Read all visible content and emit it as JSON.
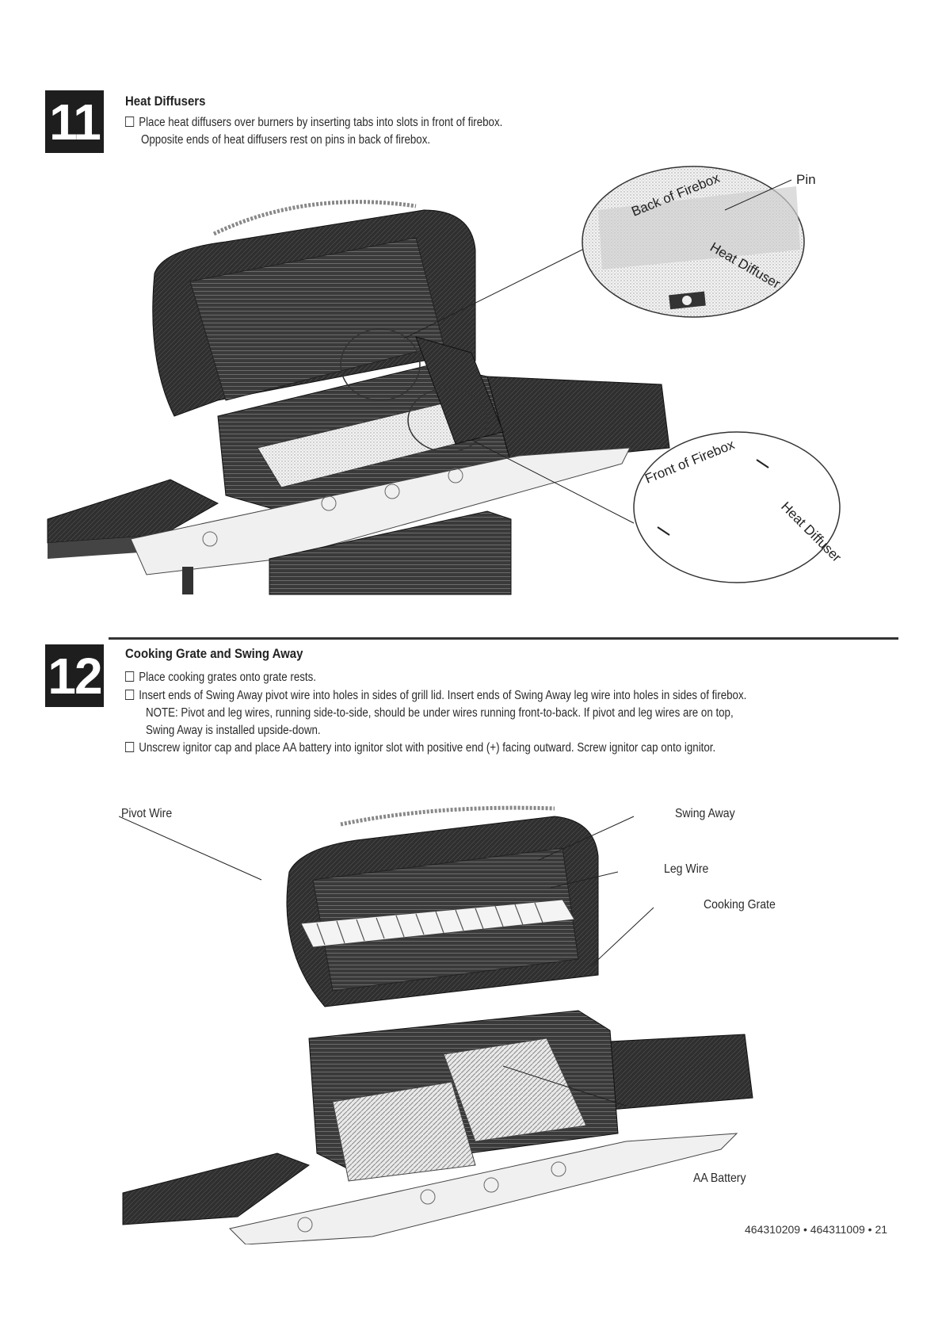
{
  "step11": {
    "number": "11",
    "title": "Heat Diffusers",
    "lines": [
      "Place heat diffusers over burners by inserting tabs into slots in front of firebox.",
      "Opposite ends of heat diffusers rest on pins in back of firebox."
    ],
    "callouts": {
      "back_of_firebox": "Back of Firebox",
      "pin": "Pin",
      "heat_diffuser_top": "Heat Diffuser",
      "front_of_firebox": "Front of Firebox",
      "heat_diffuser_bottom": "Heat Diffuser"
    }
  },
  "step12": {
    "number": "12",
    "title": "Cooking Grate and Swing Away",
    "bullet1": "Place cooking grates onto grate rests.",
    "bullet2_line1": "Insert ends of Swing Away pivot wire into holes in sides of grill lid. Insert ends of Swing Away leg wire into holes in sides of firebox.",
    "bullet2_line2": "NOTE: Pivot and leg wires, running side-to-side, should be under wires running front-to-back. If pivot and leg wires are on top,",
    "bullet2_line3": "Swing Away is installed upside-down.",
    "bullet3": "Unscrew ignitor cap and place AA battery into ignitor slot with positive end (+) facing outward. Screw ignitor cap onto ignitor.",
    "callouts": {
      "pivot_wire": "Pivot Wire",
      "swing_away": "Swing Away",
      "leg_wire": "Leg Wire",
      "cooking_grate": "Cooking Grate",
      "aa_battery": "AA Battery"
    }
  },
  "footer": {
    "page_ref": "464310209 • 464311009 • 21"
  }
}
